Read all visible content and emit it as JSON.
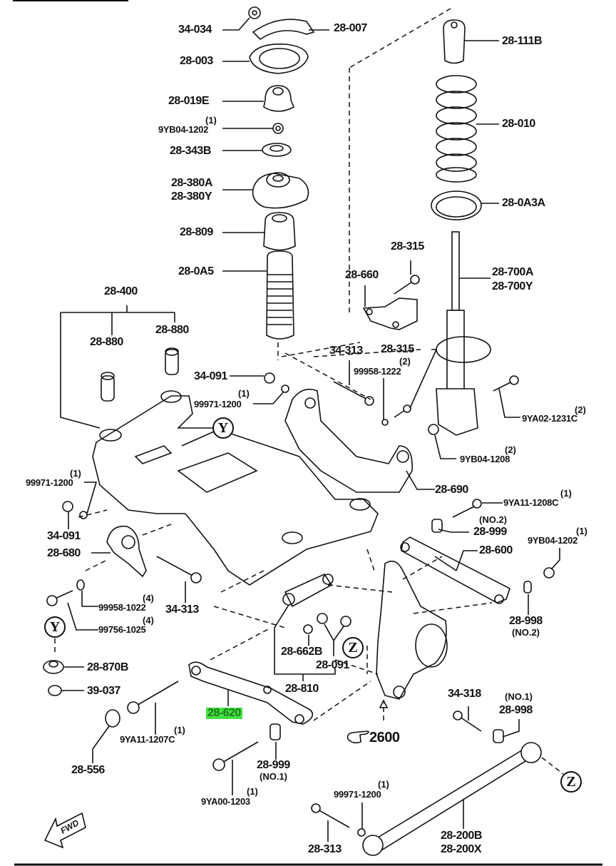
{
  "diagram": {
    "title": "Rear Suspension Exploded Parts Diagram",
    "highlight_color": "#44e044",
    "highlighted_part": "28-620",
    "reference_figure": "2600",
    "callouts": [
      "Y",
      "Z"
    ],
    "orientation_label": "FWD",
    "parts": {
      "p34_034": {
        "code": "34-034"
      },
      "p28_007": {
        "code": "28-007"
      },
      "p28_003": {
        "code": "28-003"
      },
      "p28_019E": {
        "code": "28-019E"
      },
      "p9YB04_1202_top": {
        "code": "9YB04-1202",
        "qty": "(1)"
      },
      "p28_343B": {
        "code": "28-343B"
      },
      "p28_380": {
        "code_a": "28-380A",
        "code_b": "28-380Y"
      },
      "p28_809": {
        "code": "28-809"
      },
      "p28_0A5": {
        "code": "28-0A5"
      },
      "p28_111B": {
        "code": "28-111B"
      },
      "p28_010": {
        "code": "28-010"
      },
      "p28_0A3A": {
        "code": "28-0A3A"
      },
      "p28_315_top": {
        "code": "28-315"
      },
      "p28_660": {
        "code": "28-660"
      },
      "p28_700": {
        "code_a": "28-700A",
        "code_b": "28-700Y"
      },
      "p28_400": {
        "code": "28-400"
      },
      "p28_880_left": {
        "code": "28-880"
      },
      "p28_880_right": {
        "code": "28-880"
      },
      "p34_313_top": {
        "code": "34-313"
      },
      "p28_315_mid": {
        "code": "28-315"
      },
      "p99958_1222": {
        "code": "99958-1222",
        "qty": "(2)"
      },
      "p34_091_top": {
        "code": "34-091"
      },
      "p99971_1200_top": {
        "code": "99971-1200",
        "qty": "(1)"
      },
      "p9YA02_1231C": {
        "code": "9YA02-1231C",
        "qty": "(2)"
      },
      "p9YB04_1208": {
        "code": "9YB04-1208",
        "qty": "(2)"
      },
      "p28_690": {
        "code": "28-690"
      },
      "p99971_1200_left": {
        "code": "99971-1200",
        "qty": "(1)"
      },
      "p9YA11_1208C": {
        "code": "9YA11-1208C",
        "qty": "(1)"
      },
      "p28_999_no2": {
        "code": "28-999",
        "note": "(NO.2)"
      },
      "p34_091_left": {
        "code": "34-091"
      },
      "p28_680": {
        "code": "28-680"
      },
      "p9YB04_1202_right": {
        "code": "9YB04-1202",
        "qty": "(1)"
      },
      "p28_600": {
        "code": "28-600"
      },
      "p99958_1022": {
        "code": "99958-1022",
        "qty": "(4)"
      },
      "p34_313_left": {
        "code": "34-313"
      },
      "p99756_1025": {
        "code": "99756-1025",
        "qty": "(4)"
      },
      "p28_998_no2": {
        "code": "28-998",
        "note": "(NO.2)"
      },
      "p28_662B": {
        "code": "28-662B"
      },
      "p28_091": {
        "code": "28-091"
      },
      "p28_870B": {
        "code": "28-870B"
      },
      "p28_810": {
        "code": "28-810"
      },
      "p39_037": {
        "code": "39-037"
      },
      "p28_620": {
        "code": "28-620"
      },
      "p9YA11_1207C": {
        "code": "9YA11-1207C",
        "qty": "(1)"
      },
      "p34_318": {
        "code": "34-318"
      },
      "p28_998_no1": {
        "code": "28-998",
        "note": "(NO.1)"
      },
      "p28_556": {
        "code": "28-556"
      },
      "p28_999_no1": {
        "code": "28-999",
        "note": "(NO.1)"
      },
      "p9YA00_1203": {
        "code": "9YA00-1203",
        "qty": "(1)"
      },
      "p99971_1200_bottom": {
        "code": "99971-1200",
        "qty": "(1)"
      },
      "p28_313": {
        "code": "28-313"
      },
      "p28_200": {
        "code_a": "28-200B",
        "code_b": "28-200X"
      }
    }
  }
}
